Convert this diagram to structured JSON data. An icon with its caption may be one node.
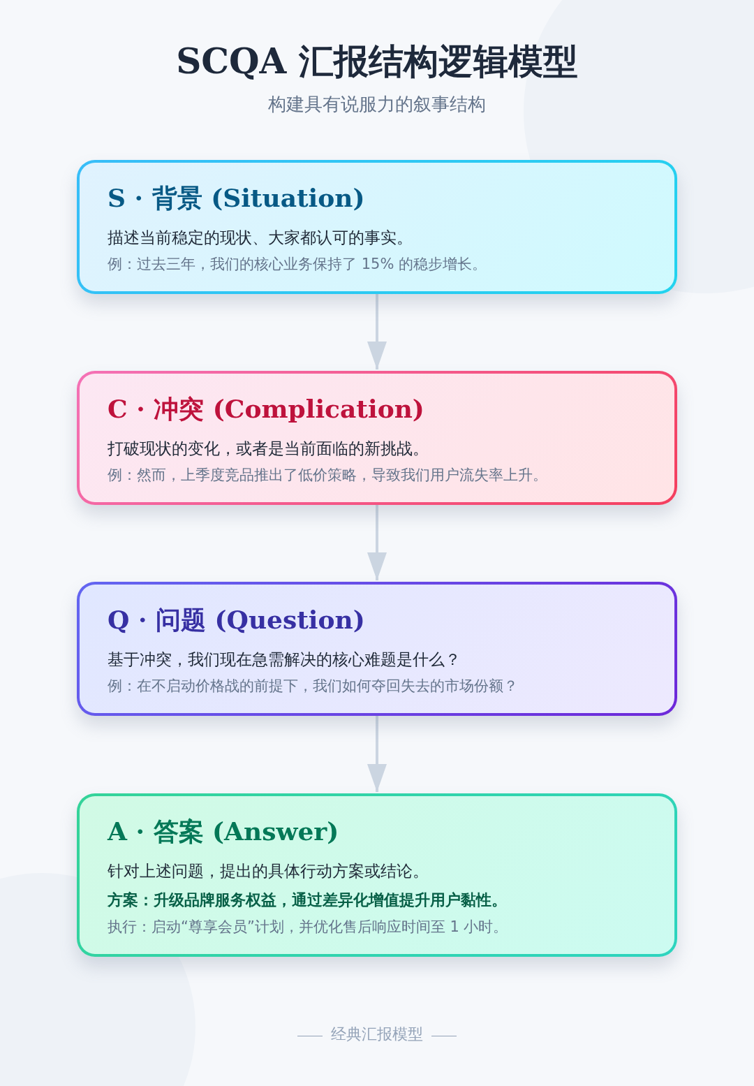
{
  "diagram": {
    "title": "SCQA 汇报结构逻辑模型",
    "caption": "构建具有说服力的叙事结构",
    "nodes": [
      {
        "text": [
          "S · 背景 (Situation)",
          "描述当前稳定的现状、大家都认可的事实。",
          "例：过去三年，我们的核心业务保持了 15% 的稳步增长。"
        ]
      },
      {
        "text": [
          "C · 冲突 (Complication)",
          "打破现状的变化，或者是当前面临的新挑战。",
          "例：然而，上季度竞品推出了低价策略，导致我们用户流失率上升。"
        ]
      },
      {
        "text": [
          "Q · 问题 (Question)",
          "基于冲突，我们现在急需解决的核心难题是什么？",
          "例：在不启动价格战的前提下，我们如何夺回失去的市场份额？"
        ]
      },
      {
        "text": [
          "A · 答案 (Answer)",
          "针对上述问题，提出的具体行动方案或结论。",
          "方案：升级品牌服务权益，通过差异化增值提升用户黏性。",
          "执行：启动“尊享会员”计划，并优化售后响应时间至 1 小时。"
        ]
      }
    ],
    "edges": [
      {
        "from": 0,
        "to": 1,
        "arrow": "to"
      },
      {
        "from": 1,
        "to": 2,
        "arrow": "to"
      },
      {
        "from": 2,
        "to": 3,
        "arrow": "to"
      }
    ],
    "labels": [
      "经典汇报模型"
    ]
  }
}
